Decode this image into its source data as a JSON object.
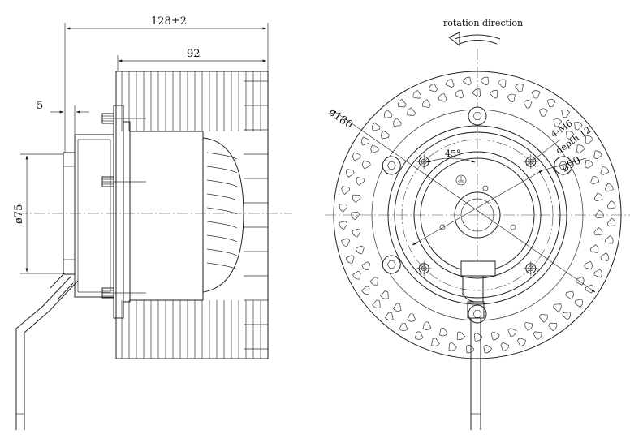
{
  "side_view": {
    "dim_overall": "128±2",
    "dim_body": "92",
    "dim_flange": "5",
    "dim_hub": "ø75"
  },
  "front_view": {
    "rotation_label": "rotation direction",
    "dim_outer": "ø180",
    "dim_inner": "ø90",
    "dim_angle": "45°",
    "dim_holes": "4-M6",
    "dim_depth": "depth 12"
  }
}
